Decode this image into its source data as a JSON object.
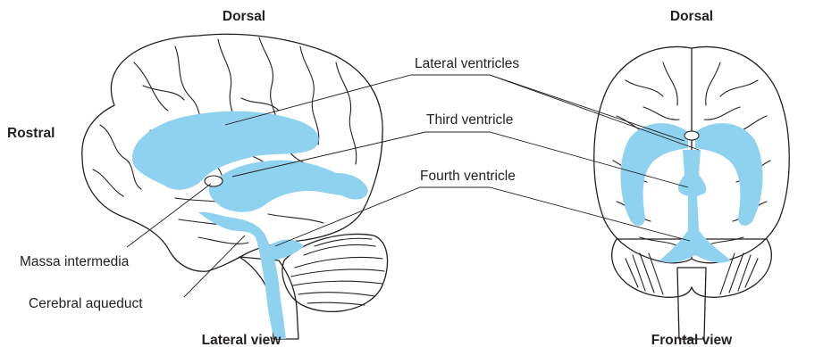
{
  "labels": {
    "dorsal_left": "Dorsal",
    "dorsal_right": "Dorsal",
    "rostral": "Rostral",
    "lateral_ventricles": "Lateral ventricles",
    "third_ventricle": "Third ventricle",
    "fourth_ventricle": "Fourth ventricle",
    "massa_intermedia": "Massa intermedia",
    "cerebral_aqueduct": "Cerebral aqueduct",
    "lateral_view": "Lateral view",
    "frontal_view": "Frontal view"
  },
  "colors": {
    "ventricle_fill": "#8fd2f0",
    "line": "#231f20",
    "background": "#ffffff"
  }
}
